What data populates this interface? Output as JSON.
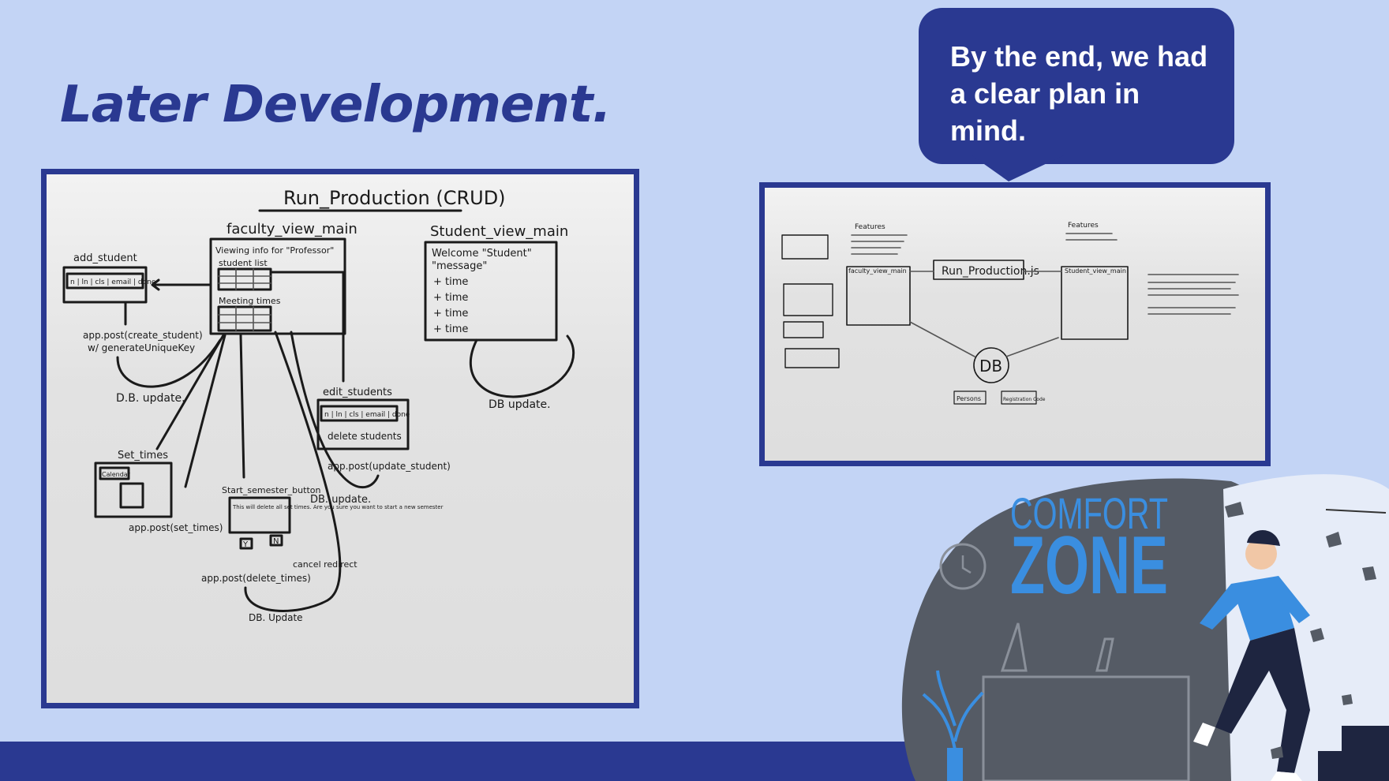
{
  "slide": {
    "title": "Later Development.",
    "callout": "By the end, we had a clear plan in mind."
  },
  "whiteboard_left": {
    "heading": "Run_Production (CRUD)",
    "faculty_view": "faculty_view_main",
    "faculty_lines": [
      "Viewing info for \"Professor\"",
      "student list",
      "Meeting times"
    ],
    "student_view": "Student_view_main",
    "student_lines": [
      "Welcome \"Student\"",
      "\"message\"",
      "+ time",
      "+ time",
      "+ time",
      "+ time"
    ],
    "add_student": "add_student",
    "add_student_cols": "n | ln | cls | email | done",
    "app_post_create": "app.post(create_student)",
    "generate_key": "w/ generateUniqueKey",
    "db_update_left": "D.B. update.",
    "db_update_right": "DB update.",
    "edit_students": "edit_students",
    "edit_cols": "n | ln | cls | email | done",
    "delete_students": "delete students",
    "app_post_update": "app.post(update_student)",
    "set_times": "Set_times",
    "calendar": "Calendar",
    "app_post_set": "app.post(set_times)",
    "start_semester": "Start_semester_button",
    "warning": "This will delete all set times. Are you sure you want to start a new semester",
    "yes": "Y",
    "no": "N",
    "cancel_redirect": "cancel redirect",
    "app_post_delete": "app.post(delete_times)",
    "db_update_mid": "DB. update.",
    "db_update_bottom": "DB. Update"
  },
  "whiteboard_right": {
    "run_production": "Run_Production.js",
    "db": "DB",
    "faculty_view": "faculty_view_main",
    "student_view": "Student_view_main",
    "features_left": "Features",
    "features_right": "Features",
    "persons": "Persons",
    "registration": "Registration Code"
  },
  "illustration": {
    "line1": "COMFORT",
    "line2": "ZONE"
  },
  "colors": {
    "background": "#c3d4f5",
    "navy": "#2a3991",
    "comfort_blue": "#3a8ee0",
    "blob": "#555b65"
  }
}
